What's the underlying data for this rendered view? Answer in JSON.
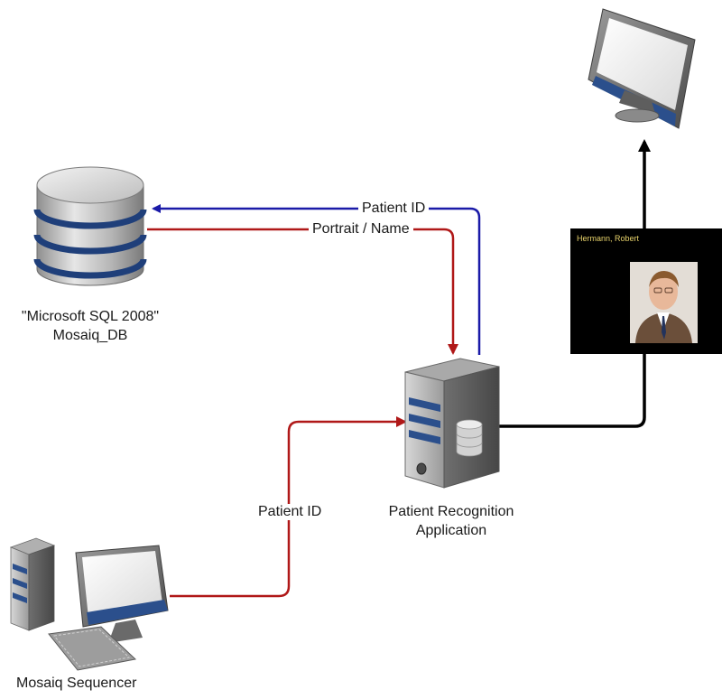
{
  "database": {
    "label_line1": "\"Microsoft SQL 2008\"",
    "label_line2": "Mosaiq_DB",
    "icon": "database-icon"
  },
  "server": {
    "label_line1": "Patient Recognition",
    "label_line2": "Application",
    "icon": "server-icon"
  },
  "workstation": {
    "label": "Mosaiq Sequencer",
    "icon": "desktop-computer-icon"
  },
  "display": {
    "icon": "monitor-icon",
    "popup": {
      "patient_name": "Hermann, Robert",
      "portrait_icon": "patient-portrait-icon"
    }
  },
  "connections": {
    "server_to_db": "Patient ID",
    "db_to_server": "Portrait / Name",
    "sequencer_to_server": "Patient ID"
  },
  "colors": {
    "request": "#1a1aa8",
    "response": "#b01818",
    "output": "#000000"
  }
}
